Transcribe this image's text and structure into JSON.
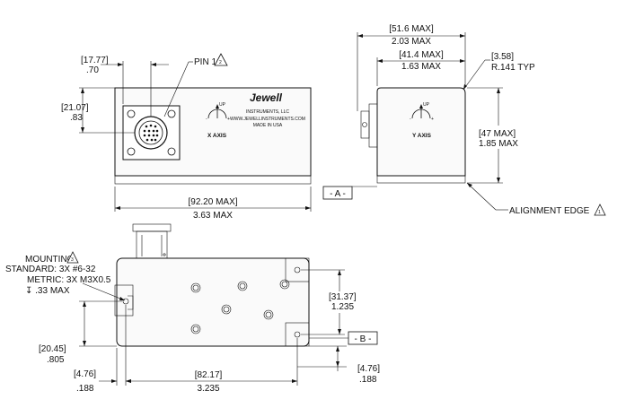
{
  "pin_label": "PIN 1",
  "pin_note": "2",
  "top_width": {
    "mm": "[17.77]",
    "in": ".70"
  },
  "top_height": {
    "mm": "[21.07]",
    "in": ".83"
  },
  "front_width": {
    "mm": "[92.20 MAX]",
    "in": "3.63 MAX"
  },
  "side_depth_total": {
    "mm": "[51.6 MAX]",
    "in": "2.03 MAX"
  },
  "side_depth_body": {
    "mm": "[41.4 MAX]",
    "in": "1.63 MAX"
  },
  "side_radius": {
    "mm": "[3.58]",
    "in": "R.141 TYP"
  },
  "side_height": {
    "mm": "[47 MAX]",
    "in": "1.85 MAX"
  },
  "datum_a": "- A -",
  "datum_b": "- B -",
  "alignment_edge": "ALIGNMENT EDGE",
  "alignment_note": "1",
  "x_axis": "X AXIS",
  "y_axis": "Y AXIS",
  "up_label": "UP",
  "brand": "Jewell",
  "brand_sub": "INSTRUMENTS, LLC",
  "brand_web": "WWW.JEWELLINSTRUMENTS.COM",
  "brand_made": "MADE IN USA",
  "mounting": {
    "title": "MOUNTING",
    "note": "3",
    "standard": "STANDARD: 3X #6-32",
    "metric": "METRIC: 3X M3X0.5",
    "depth": "↧ .33 MAX"
  },
  "bottom_edge_offset": {
    "mm": "[20.45]",
    "in": ".805"
  },
  "bottom_left_offset": {
    "mm": "[4.76]",
    "in": ".188"
  },
  "bottom_hole_spacing": {
    "mm": "[82.17]",
    "in": "3.235"
  },
  "bottom_right_height": {
    "mm": "[31.37]",
    "in": "1.235"
  },
  "bottom_right_offset": {
    "mm": "[4.76]",
    "in": ".188"
  }
}
